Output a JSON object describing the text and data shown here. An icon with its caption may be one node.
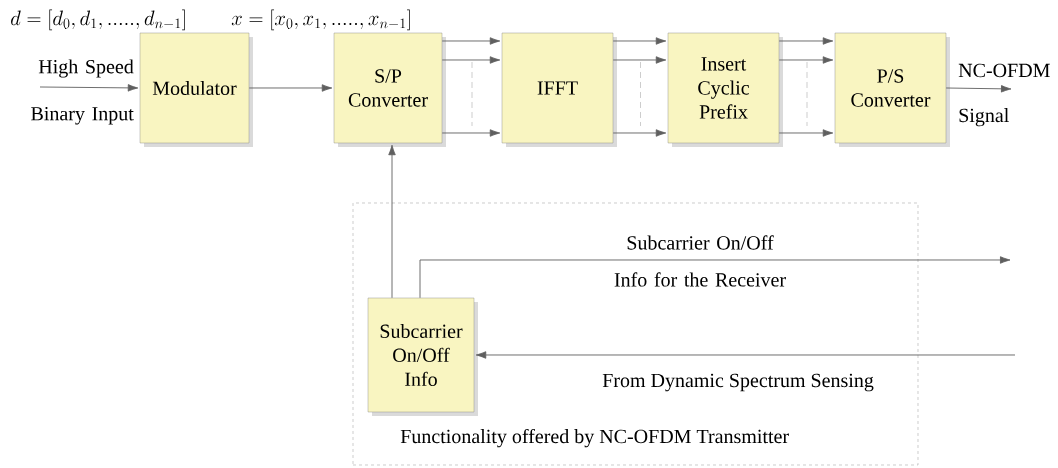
{
  "diagram": {
    "nodes": [
      {
        "text": [
          "Modulator"
        ]
      },
      {
        "text": [
          "S/P Converter"
        ]
      },
      {
        "text": [
          "IFFT"
        ]
      },
      {
        "text": [
          "Insert Cyclic Prefix"
        ]
      },
      {
        "text": [
          "P/S Converter"
        ]
      },
      {
        "text": [
          "Functionality offered by NC-OFDM Transmitter"
        ]
      },
      {
        "text": [
          "Subcarrier On/Off Info"
        ],
        "in": 5
      }
    ],
    "edges": [
      {
        "from": null,
        "to": 0,
        "arrow": "to",
        "label": "High Speed Binary Input"
      },
      {
        "from": 0,
        "to": 1,
        "arrow": "to"
      },
      {
        "from": 1,
        "to": 2,
        "arrow": "to"
      },
      {
        "from": 1,
        "to": 2,
        "arrow": "to"
      },
      {
        "from": 1,
        "to": 2,
        "arrow": "to"
      },
      {
        "from": 2,
        "to": 3,
        "arrow": "to"
      },
      {
        "from": 2,
        "to": 3,
        "arrow": "to"
      },
      {
        "from": 2,
        "to": 3,
        "arrow": "to"
      },
      {
        "from": 3,
        "to": 4,
        "arrow": "to"
      },
      {
        "from": 3,
        "to": 4,
        "arrow": "to"
      },
      {
        "from": 3,
        "to": 4,
        "arrow": "to"
      },
      {
        "from": 4,
        "to": null,
        "arrow": "to",
        "label": "NC-OFDM Signal"
      },
      {
        "from": 6,
        "to": 1,
        "arrow": "to"
      },
      {
        "from": 6,
        "to": null,
        "arrow": "to",
        "label": "Subcarrier On/Off Info for the Receiver"
      },
      {
        "from": null,
        "to": 6,
        "arrow": "to",
        "label": "From Dynamic Spectrum Sensing"
      }
    ],
    "labels": [
      "d = [d_{0},d_{1},.....,d_{n-1}]",
      "x = [x_{0},x_{1},.....,x_{n-1}]"
    ]
  }
}
